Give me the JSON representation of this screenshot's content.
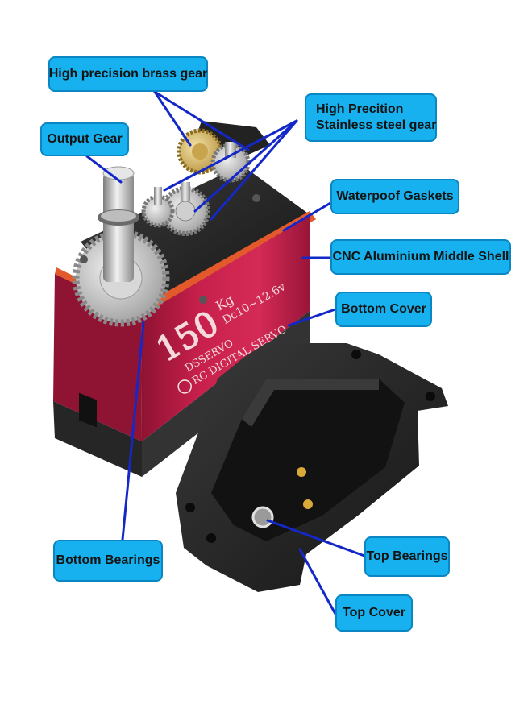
{
  "callouts": {
    "brass_gear": "High precision brass gear",
    "output_gear": "Output Gear",
    "steel_gear_line1": "High Precition",
    "steel_gear_line2": "Stainless steel gear",
    "gaskets": "Waterpoof Gaskets",
    "middle_shell": "CNC Aluminium Middle Shell",
    "bottom_cover": "Bottom Cover",
    "bottom_bearings": "Bottom Bearings",
    "top_bearings": "Top Bearings",
    "top_cover": "Top Cover"
  },
  "product_print": {
    "torque": "150",
    "unit": "Kg",
    "voltage": "Dc10~12.6v",
    "brand": "DSSERVO",
    "model_line": "RC DIGITAL SERVO"
  },
  "colors": {
    "callout_fill": "#16b1ee",
    "callout_border": "#0a86c2",
    "leader_line": "#1428c8",
    "servo_body": "#c21d48",
    "case_plastic": "#2b2b2b"
  }
}
